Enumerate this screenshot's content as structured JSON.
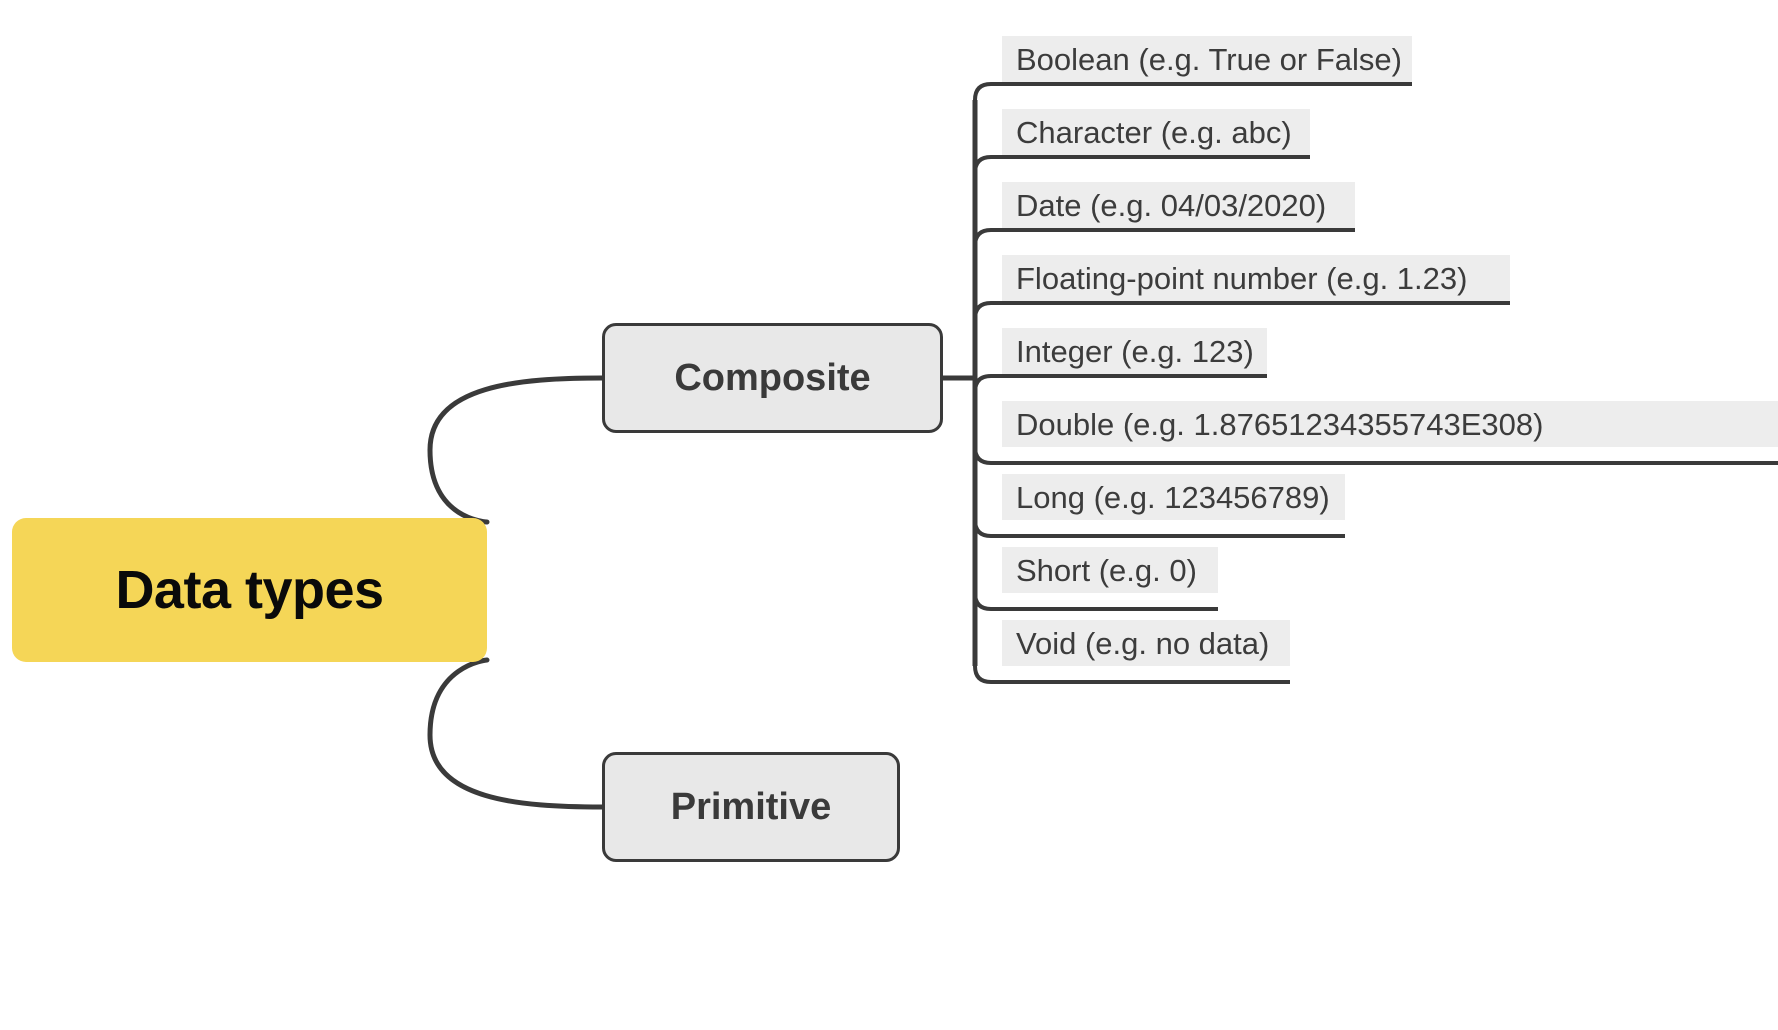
{
  "diagram": {
    "type": "mind-map",
    "title": "Data types",
    "background_color": "#FFFFFF",
    "root": {
      "label": "Data types",
      "fill_color": "#F5D657",
      "text_color": "#0A0A0A"
    },
    "branches": [
      {
        "id": "composite",
        "label": "Composite",
        "fill_color": "#E8E8E8",
        "border_color": "#3A3A3A",
        "text_color": "#3A3A3A"
      },
      {
        "id": "primitive",
        "label": "Primitive",
        "fill_color": "#E8E8E8",
        "border_color": "#3A3A3A",
        "text_color": "#3A3A3A"
      }
    ],
    "leaves": [
      {
        "parent": "composite",
        "label": "Boolean (e.g. True or False)"
      },
      {
        "parent": "composite",
        "label": "Character (e.g. abc)"
      },
      {
        "parent": "composite",
        "label": "Date (e.g. 04/03/2020)"
      },
      {
        "parent": "composite",
        "label": "Floating-point number (e.g. 1.23)"
      },
      {
        "parent": "composite",
        "label": "Integer (e.g. 123)"
      },
      {
        "parent": "composite",
        "label": "Double (e.g. 1.87651234355743E308)"
      },
      {
        "parent": "composite",
        "label": "Long (e.g. 123456789)"
      },
      {
        "parent": "composite",
        "label": "Short (e.g. 0)"
      },
      {
        "parent": "composite",
        "label": "Void (e.g. no data)"
      }
    ],
    "leaf_fill_color": "#EDEDED",
    "leaf_text_color": "#3C3C3C",
    "connector_color": "#3A3A3A"
  }
}
